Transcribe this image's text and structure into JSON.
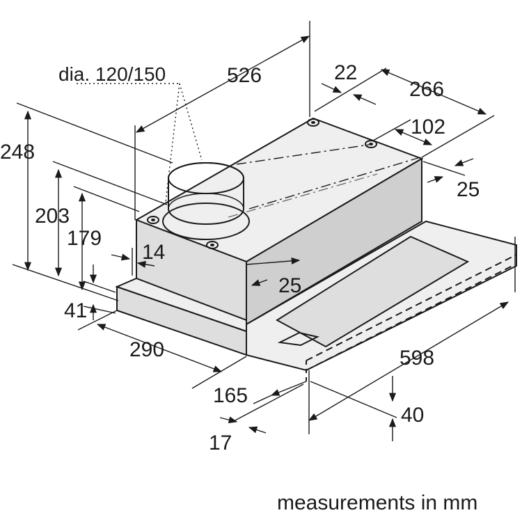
{
  "diagram": {
    "diameter_label": "dia. 120/150",
    "dims": {
      "d526": "526",
      "d22": "22",
      "d266": "266",
      "d102": "102",
      "d25_right": "25",
      "d248": "248",
      "d203": "203",
      "d179": "179",
      "d14": "14",
      "d25_mid": "25",
      "d41": "41",
      "d290": "290",
      "d598": "598",
      "d165": "165",
      "d40": "40",
      "d17": "17"
    },
    "footer": "measurements in mm"
  }
}
